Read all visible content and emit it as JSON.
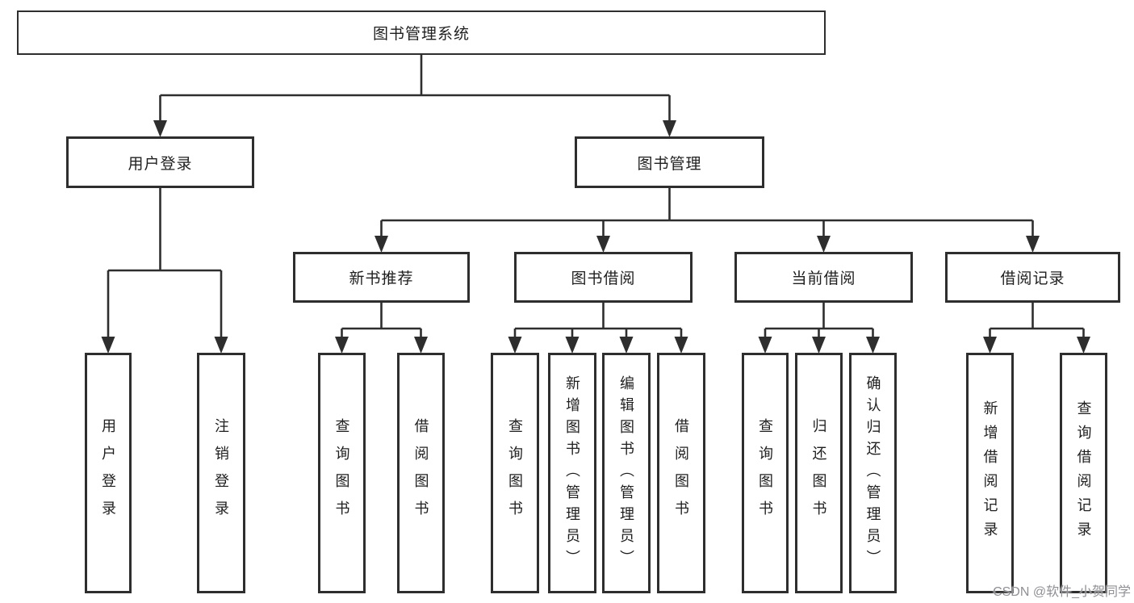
{
  "diagram": {
    "watermark": "CSDN @软件_小贺同学",
    "colors": {
      "line": "#2e2e2e",
      "box_border": "#2e2e2e",
      "text": "#1f1f1f",
      "watermark": "#8f8f94",
      "background": "#ffffff"
    },
    "tree": {
      "label": "图书管理系统",
      "children": [
        {
          "label": "用户登录",
          "children": [
            {
              "label": "用户登录"
            },
            {
              "label": "注销登录"
            }
          ]
        },
        {
          "label": "图书管理",
          "children": [
            {
              "label": "新书推荐",
              "children": [
                {
                  "label": "查询图书"
                },
                {
                  "label": "借阅图书"
                }
              ]
            },
            {
              "label": "图书借阅",
              "children": [
                {
                  "label": "查询图书"
                },
                {
                  "label": "新增图书（管理员）"
                },
                {
                  "label": "编辑图书（管理员）"
                },
                {
                  "label": "借阅图书"
                }
              ]
            },
            {
              "label": "当前借阅",
              "children": [
                {
                  "label": "查询图书"
                },
                {
                  "label": "归还图书"
                },
                {
                  "label": "确认归还（管理员）"
                }
              ]
            },
            {
              "label": "借阅记录",
              "children": [
                {
                  "label": "新增借阅记录"
                },
                {
                  "label": "查询借阅记录"
                }
              ]
            }
          ]
        }
      ]
    }
  }
}
